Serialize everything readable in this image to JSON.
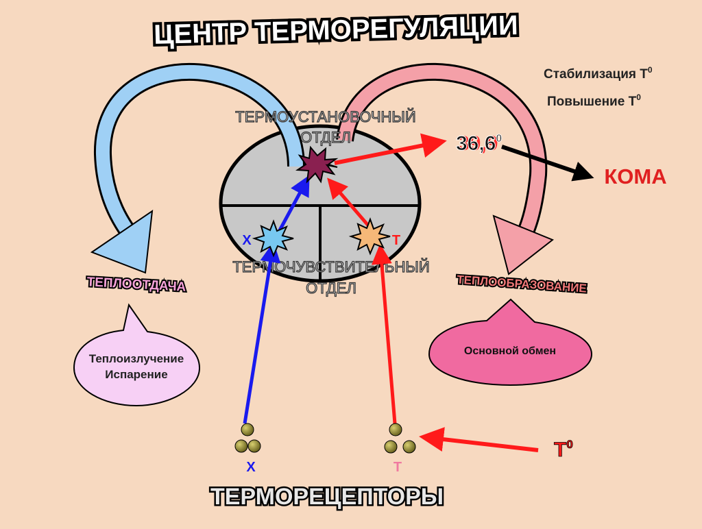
{
  "title": "ЦЕНТР ТЕРМОРЕГУЛЯЦИИ",
  "legend": {
    "stabilization": "Стабилизация Т",
    "stabilization_sup": "0",
    "increase": "Повышение Т",
    "increase_sup": "0"
  },
  "center": {
    "setpoint_line1": "ТЕРМОУСТАНОВОЧНЫЙ",
    "setpoint_line2": "ОТДЕЛ",
    "sensitive_line1": "ТЕРМОЧУВСТВИТЕЛЬНЫЙ",
    "sensitive_line2": "ОТДЕЛ",
    "cold_label": "Х",
    "heat_label": "Т"
  },
  "temperature": {
    "back_value": "39,9",
    "value": "36,6",
    "sup": "0"
  },
  "coma": "КОМА",
  "heat_loss": {
    "title": "ТЕПЛООТДАЧА",
    "bubble_line1": "Теплоизлучение",
    "bubble_line2": "Испарение"
  },
  "heat_production": {
    "title": "ТЕПЛООБРАЗОВАНИЕ",
    "bubble": "Основной обмен"
  },
  "receptors": {
    "title": "ТЕРМОРЕЦЕПТОРЫ",
    "cold_label": "Х",
    "heat_label": "Т"
  },
  "external_temp": {
    "label": "Т",
    "sup": "0"
  },
  "colors": {
    "background": "#f7d9c0",
    "blue_arc": "#9fd0f5",
    "pink_arc": "#f4a0a8",
    "red": "#ff1a1a",
    "blue": "#1a1aee",
    "coma": "#e02020",
    "pink_bubble": "#f06aa0",
    "lilac_bubble": "#f7d0f5"
  }
}
